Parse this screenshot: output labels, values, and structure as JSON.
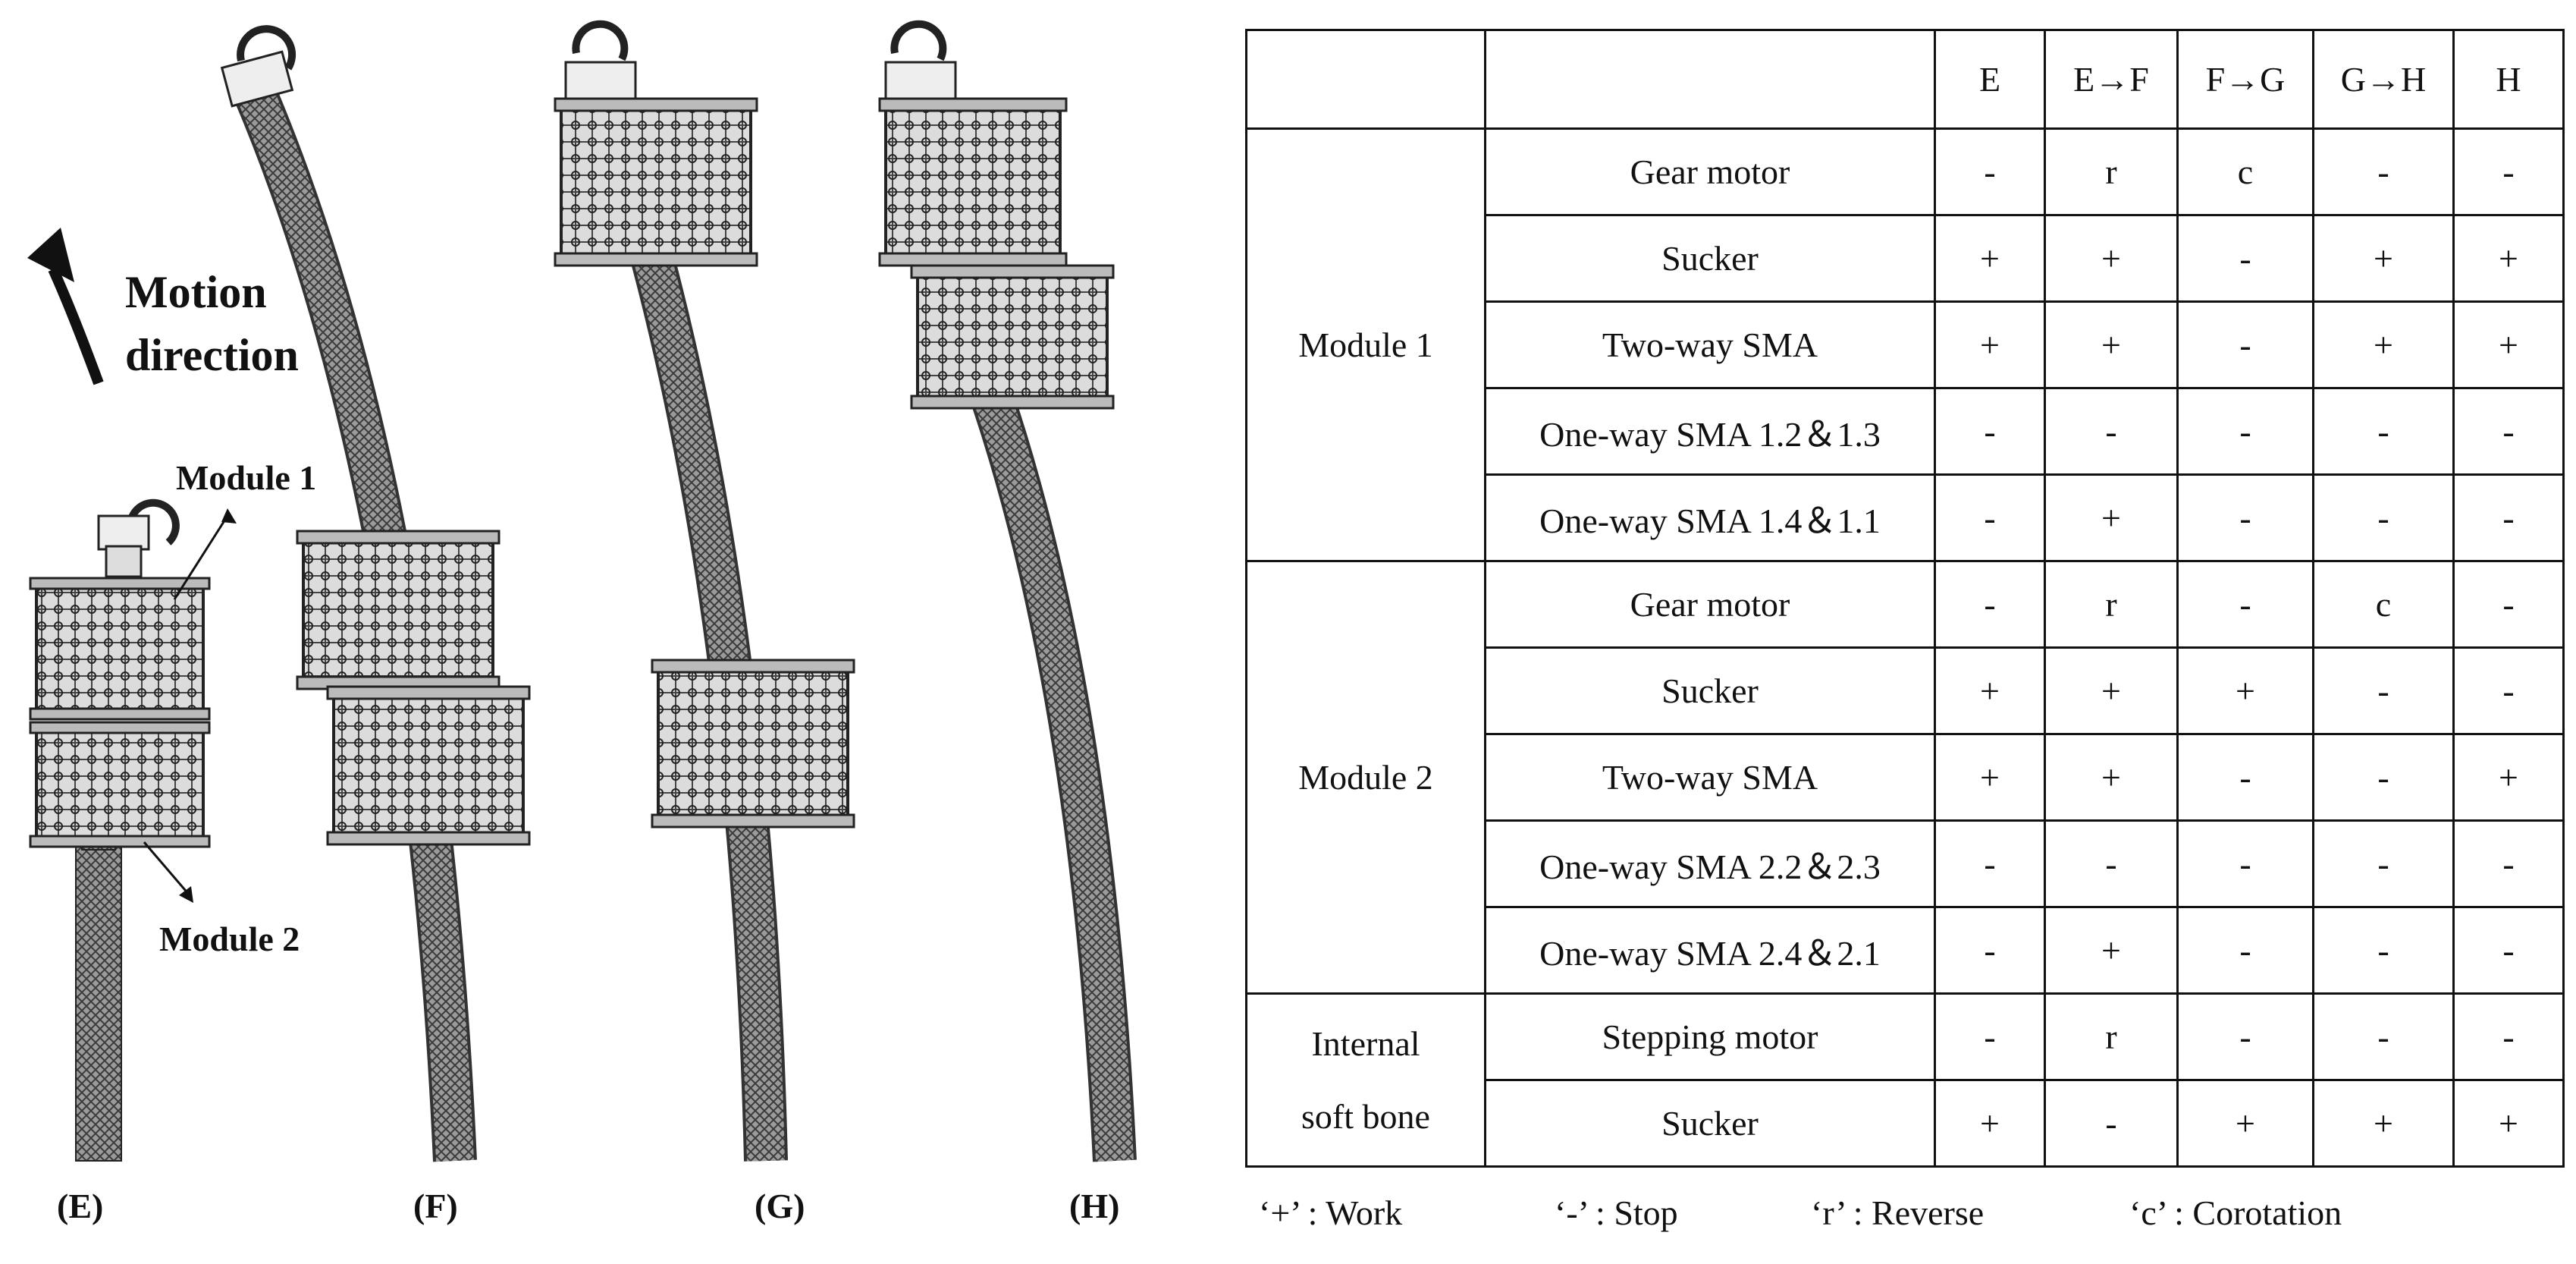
{
  "illustration": {
    "motion_label_line1": "Motion",
    "motion_label_line2": "direction",
    "module1_label": "Module 1",
    "module2_label": "Module 2",
    "panel_labels": [
      "(E)",
      "(F)",
      "(G)",
      "(H)"
    ]
  },
  "table": {
    "columns": [
      "E",
      "E→F",
      "F→G",
      "G→H",
      "H"
    ],
    "groups": [
      {
        "name": "Module 1",
        "rows": [
          {
            "component": "Gear motor",
            "states": [
              "-",
              "r",
              "c",
              "-",
              "-"
            ]
          },
          {
            "component": "Sucker",
            "states": [
              "+",
              "+",
              "-",
              "+",
              "+"
            ]
          },
          {
            "component": "Two-way SMA",
            "states": [
              "+",
              "+",
              "-",
              "+",
              "+"
            ]
          },
          {
            "component": "One-way SMA 1.2＆1.3",
            "states": [
              "-",
              "-",
              "-",
              "-",
              "-"
            ]
          },
          {
            "component": "One-way SMA 1.4＆1.1",
            "states": [
              "-",
              "+",
              "-",
              "-",
              "-"
            ]
          }
        ]
      },
      {
        "name": "Module 2",
        "rows": [
          {
            "component": "Gear motor",
            "states": [
              "-",
              "r",
              "-",
              "c",
              "-"
            ]
          },
          {
            "component": "Sucker",
            "states": [
              "+",
              "+",
              "+",
              "-",
              "-"
            ]
          },
          {
            "component": "Two-way SMA",
            "states": [
              "+",
              "+",
              "-",
              "-",
              "+"
            ]
          },
          {
            "component": "One-way SMA 2.2＆2.3",
            "states": [
              "-",
              "-",
              "-",
              "-",
              "-"
            ]
          },
          {
            "component": "One-way SMA 2.4＆2.1",
            "states": [
              "-",
              "+",
              "-",
              "-",
              "-"
            ]
          }
        ]
      },
      {
        "name_line1": "Internal",
        "name_line2": "soft bone",
        "rows": [
          {
            "component": "Stepping motor",
            "states": [
              "-",
              "r",
              "-",
              "-",
              "-"
            ]
          },
          {
            "component": "Sucker",
            "states": [
              "+",
              "-",
              "+",
              "+",
              "+"
            ]
          }
        ]
      }
    ]
  },
  "legend": [
    "‘+’ : Work",
    "‘-’ : Stop",
    "‘r’ : Reverse",
    "‘c’ : Corotation"
  ]
}
